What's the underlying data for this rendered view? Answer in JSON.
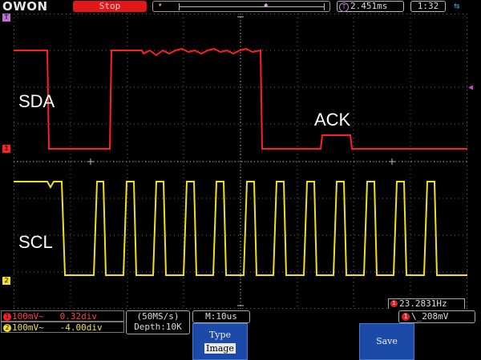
{
  "header": {
    "logo": "OWON",
    "status": "Stop",
    "trigger_delay": "2.451ms",
    "trigger_delay_icon": "T",
    "clock": "1:32",
    "usb_icon": "usb-icon"
  },
  "labels": {
    "sda": "SDA",
    "scl": "SCL",
    "ack": "ACK"
  },
  "markers": {
    "ch1": "1",
    "ch2": "2",
    "trigger": "T"
  },
  "colors": {
    "ch1": "#ff2020",
    "ch2": "#f0e020",
    "grid": "#6a6a6a",
    "stop": "#e01818",
    "button": "#1c4aa8"
  },
  "measure": {
    "frequency_icon": "1",
    "frequency": "23.2831Hz"
  },
  "channels": [
    {
      "num": "1",
      "scale": "100mV~",
      "offset": "0.32div"
    },
    {
      "num": "2",
      "scale": "100mV~",
      "offset": "-4.00div"
    }
  ],
  "acquisition": {
    "rate": "(50MS/s)",
    "depth": "Depth:10K"
  },
  "timebase": "M:10us",
  "trigger": {
    "icon": "1",
    "value": "\\_208mV"
  },
  "buttons": {
    "type_label": "Type",
    "type_value": "Image",
    "save_label": "Save"
  }
}
